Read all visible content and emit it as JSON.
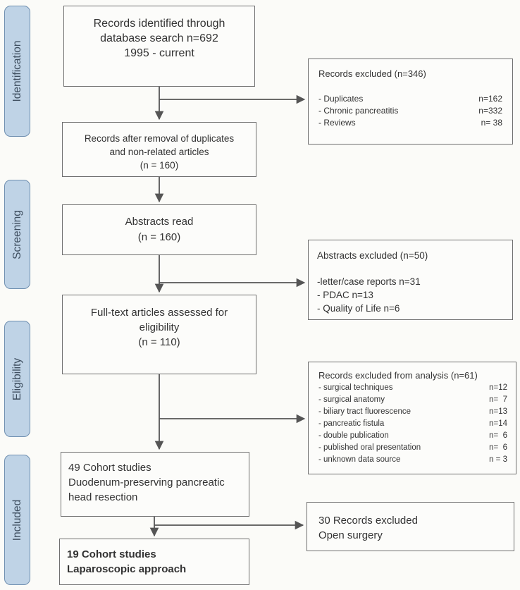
{
  "stages": {
    "identification": "Identification",
    "screening": "Screening",
    "eligibility": "Eligibility",
    "included": "Included"
  },
  "identified": {
    "lines": [
      "Records identified through",
      "database search n=692",
      "1995 - current"
    ]
  },
  "excluded_identification": {
    "title": "Records excluded (n=346)",
    "items": [
      {
        "label": "- Duplicates",
        "value": "n=162"
      },
      {
        "label": "- Chronic pancreatitis",
        "value": "n=332"
      },
      {
        "label": "- Reviews",
        "value": "n= 38"
      }
    ]
  },
  "after_removal": {
    "lines": [
      "Records after removal of duplicates",
      "and non-related articles",
      "(n = 160)"
    ]
  },
  "abstracts_read": {
    "lines": [
      "Abstracts read",
      "(n = 160)"
    ]
  },
  "abstracts_excluded": {
    "title": "Abstracts excluded (n=50)",
    "items": [
      "-letter/case reports n=31",
      "- PDAC n=13",
      "- Quality of Life n=6"
    ]
  },
  "fulltext": {
    "lines": [
      "Full-text articles assessed for",
      "eligibility",
      "(n = 110)"
    ]
  },
  "excluded_analysis": {
    "title": "Records excluded from analysis (n=61)",
    "items": [
      {
        "label": "- surgical techniques",
        "value": "n=12"
      },
      {
        "label": "- surgical anatomy",
        "value": "n=  7"
      },
      {
        "label": "- biliary tract fluorescence",
        "value": "n=13"
      },
      {
        "label": "- pancreatic fistula",
        "value": "n=14"
      },
      {
        "label": "- double publication",
        "value": "n=  6"
      },
      {
        "label": "- published oral presentation",
        "value": "n=  6"
      },
      {
        "label": "- unknown data source",
        "value": "n = 3"
      }
    ]
  },
  "cohort49": {
    "lines": [
      "49 Cohort studies",
      "Duodenum-preserving pancreatic",
      "head resection"
    ]
  },
  "excluded_open": {
    "lines": [
      "30 Records excluded",
      "Open surgery"
    ]
  },
  "cohort19": {
    "lines": [
      "19 Cohort studies",
      "Laparoscopic approach"
    ]
  }
}
